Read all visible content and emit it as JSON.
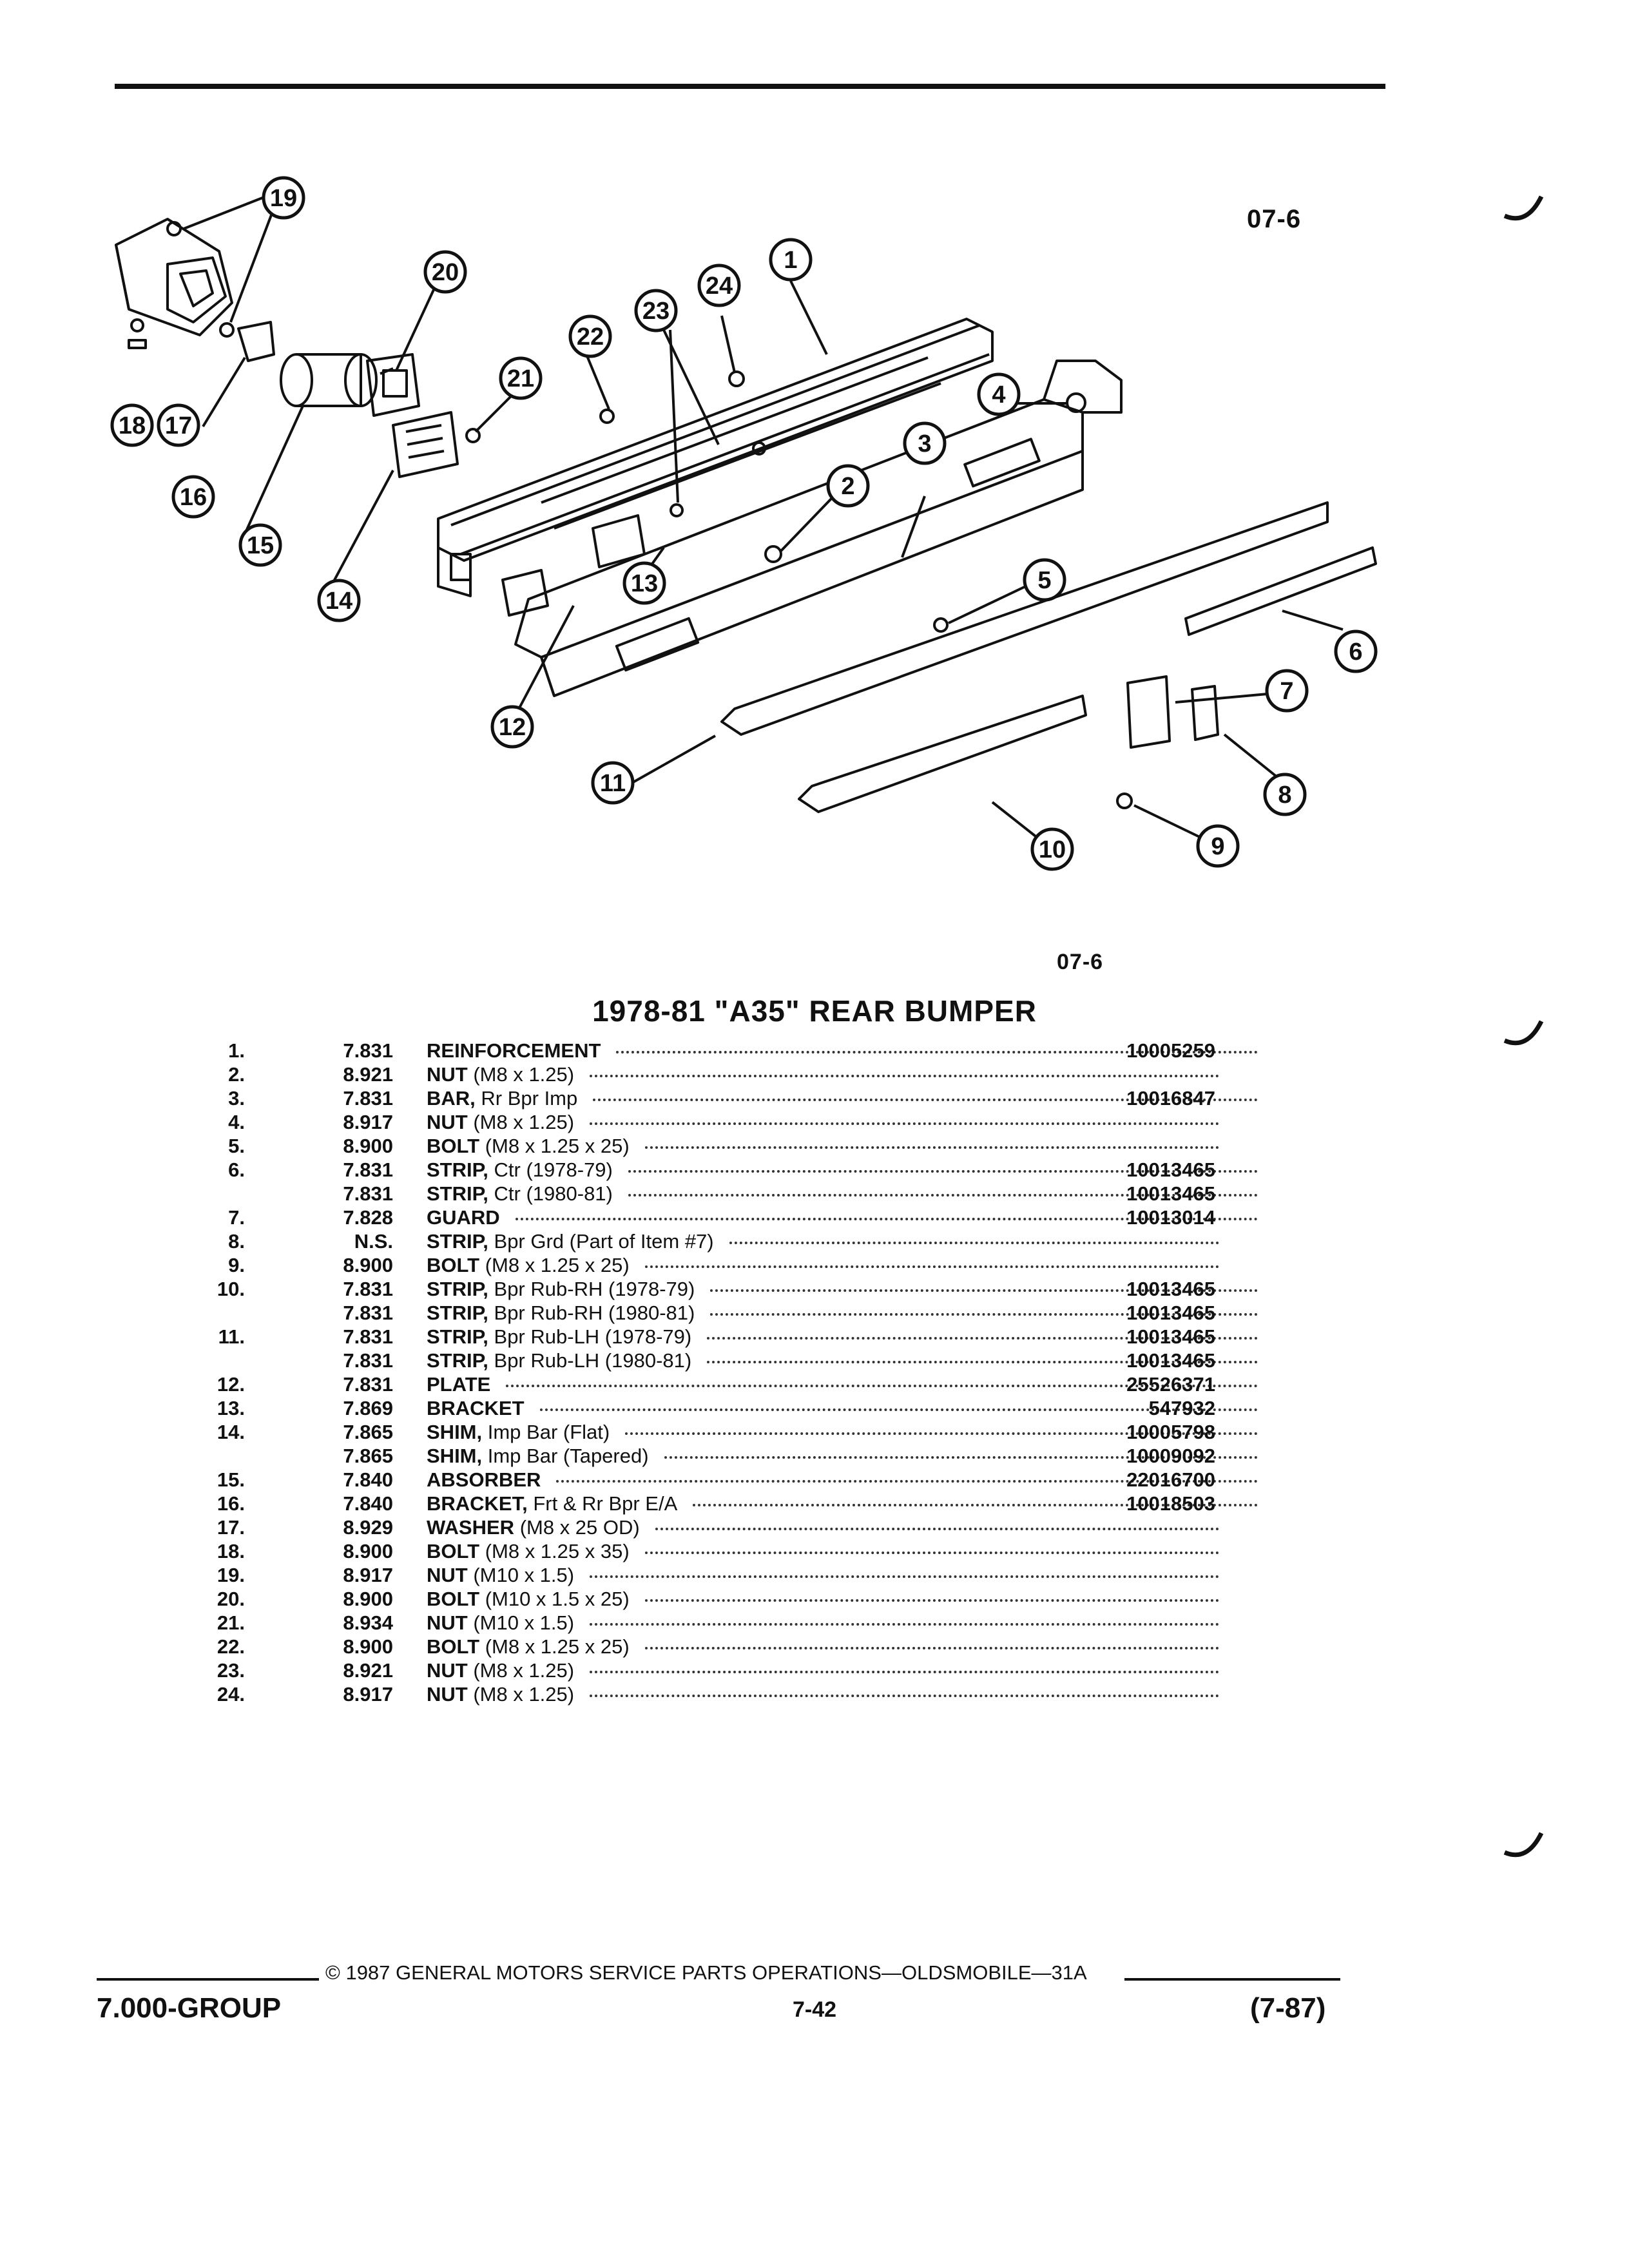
{
  "header": {
    "code_top": "07-6",
    "code_mid": "07-6"
  },
  "diagram": {
    "callouts": [
      "1",
      "2",
      "3",
      "4",
      "5",
      "6",
      "7",
      "8",
      "9",
      "10",
      "11",
      "12",
      "13",
      "14",
      "15",
      "16",
      "17",
      "18",
      "19",
      "20",
      "21",
      "22",
      "23",
      "24"
    ]
  },
  "title": "1978-81 \"A35\" REAR BUMPER",
  "parts": [
    {
      "num": "1.",
      "grp": "7.831",
      "name": "REINFORCEMENT",
      "rest": "",
      "part": "10005259"
    },
    {
      "num": "2.",
      "grp": "8.921",
      "name": "NUT",
      "rest": " (M8 x 1.25)",
      "part": ""
    },
    {
      "num": "3.",
      "grp": "7.831",
      "name": "BAR,",
      "rest": " Rr Bpr Imp",
      "part": "10016847"
    },
    {
      "num": "4.",
      "grp": "8.917",
      "name": "NUT",
      "rest": " (M8 x 1.25)",
      "part": ""
    },
    {
      "num": "5.",
      "grp": "8.900",
      "name": "BOLT",
      "rest": " (M8 x 1.25 x 25)",
      "part": ""
    },
    {
      "num": "6.",
      "grp": "7.831",
      "name": "STRIP,",
      "rest": " Ctr (1978-79)",
      "part": "10013465"
    },
    {
      "num": "",
      "grp": "7.831",
      "name": "STRIP,",
      "rest": " Ctr (1980-81)",
      "part": "10013465"
    },
    {
      "num": "7.",
      "grp": "7.828",
      "name": "GUARD",
      "rest": "",
      "part": "10013014"
    },
    {
      "num": "8.",
      "grp": "N.S.",
      "name": "STRIP,",
      "rest": " Bpr Grd (Part of Item #7)",
      "part": ""
    },
    {
      "num": "9.",
      "grp": "8.900",
      "name": "BOLT",
      "rest": " (M8 x 1.25 x 25)",
      "part": ""
    },
    {
      "num": "10.",
      "grp": "7.831",
      "name": "STRIP,",
      "rest": " Bpr Rub-RH (1978-79)",
      "part": "10013465"
    },
    {
      "num": "",
      "grp": "7.831",
      "name": "STRIP,",
      "rest": " Bpr Rub-RH (1980-81)",
      "part": "10013465"
    },
    {
      "num": "11.",
      "grp": "7.831",
      "name": "STRIP,",
      "rest": " Bpr Rub-LH (1978-79)",
      "part": "10013465"
    },
    {
      "num": "",
      "grp": "7.831",
      "name": "STRIP,",
      "rest": " Bpr Rub-LH (1980-81)",
      "part": "10013465"
    },
    {
      "num": "12.",
      "grp": "7.831",
      "name": "PLATE",
      "rest": "",
      "part": "25526371"
    },
    {
      "num": "13.",
      "grp": "7.869",
      "name": "BRACKET",
      "rest": "",
      "part": "547932"
    },
    {
      "num": "14.",
      "grp": "7.865",
      "name": "SHIM,",
      "rest": " Imp Bar (Flat)",
      "part": "10005798"
    },
    {
      "num": "",
      "grp": "7.865",
      "name": "SHIM,",
      "rest": " Imp Bar (Tapered)",
      "part": "10009092"
    },
    {
      "num": "15.",
      "grp": "7.840",
      "name": "ABSORBER",
      "rest": "",
      "part": "22016700"
    },
    {
      "num": "16.",
      "grp": "7.840",
      "name": "BRACKET,",
      "rest": " Frt & Rr Bpr E/A",
      "part": "10018503"
    },
    {
      "num": "17.",
      "grp": "8.929",
      "name": "WASHER",
      "rest": " (M8 x 25 OD)",
      "part": ""
    },
    {
      "num": "18.",
      "grp": "8.900",
      "name": "BOLT",
      "rest": " (M8 x 1.25 x 35)",
      "part": ""
    },
    {
      "num": "19.",
      "grp": "8.917",
      "name": "NUT",
      "rest": " (M10 x 1.5)",
      "part": ""
    },
    {
      "num": "20.",
      "grp": "8.900",
      "name": "BOLT",
      "rest": " (M10 x 1.5 x 25)",
      "part": ""
    },
    {
      "num": "21.",
      "grp": "8.934",
      "name": "NUT",
      "rest": " (M10 x 1.5)",
      "part": ""
    },
    {
      "num": "22.",
      "grp": "8.900",
      "name": "BOLT",
      "rest": " (M8 x 1.25 x 25)",
      "part": ""
    },
    {
      "num": "23.",
      "grp": "8.921",
      "name": "NUT",
      "rest": " (M8 x 1.25)",
      "part": ""
    },
    {
      "num": "24.",
      "grp": "8.917",
      "name": "NUT",
      "rest": " (M8 x 1.25)",
      "part": ""
    }
  ],
  "footer": {
    "copyright": "© 1987 GENERAL MOTORS SERVICE PARTS OPERATIONS—OLDSMOBILE—31A",
    "group": "7.000-GROUP",
    "page": "7-42",
    "date": "(7-87)"
  }
}
